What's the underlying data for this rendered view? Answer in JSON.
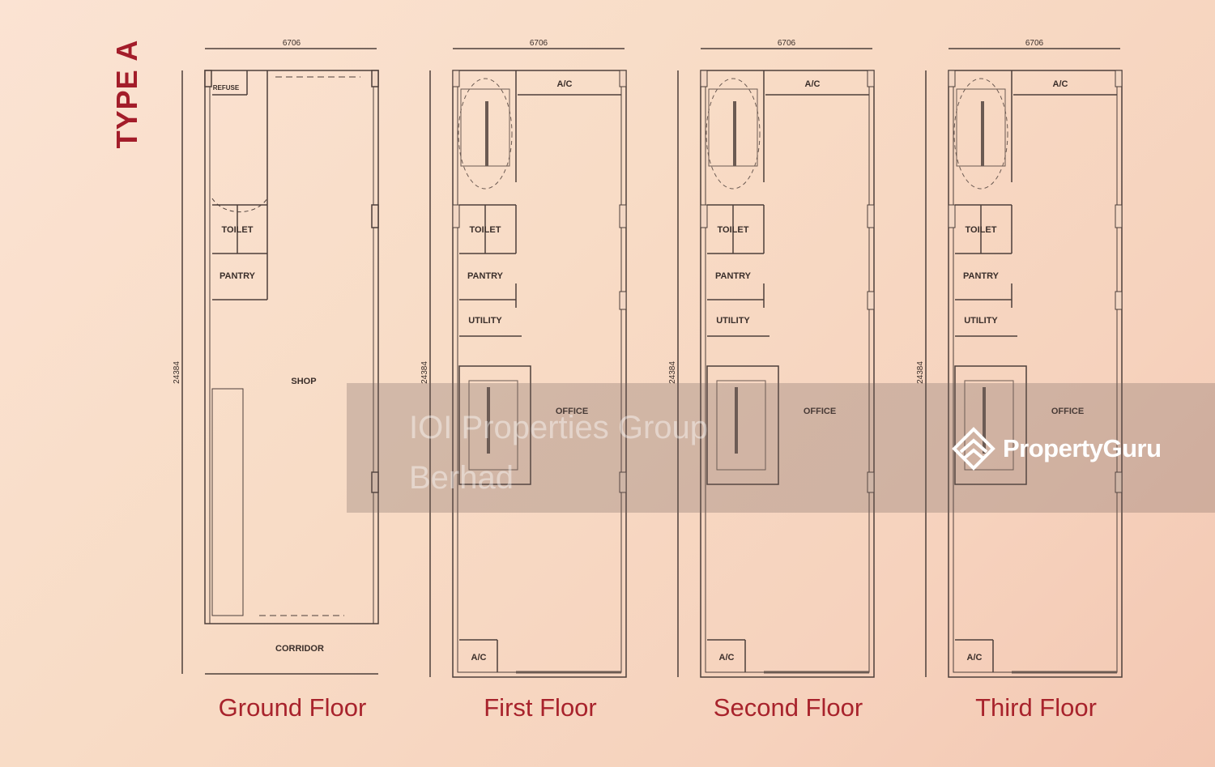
{
  "title": "TYPE A",
  "dimensions": {
    "width": "6706",
    "depth": "24384"
  },
  "floors": [
    {
      "name": "Ground Floor",
      "rooms": {
        "refuse": "REFUSE",
        "toilet": "TOILET",
        "pantry": "PANTRY",
        "main": "SHOP",
        "corridor": "CORRIDOR"
      }
    },
    {
      "name": "First Floor",
      "rooms": {
        "ac_top": "A/C",
        "toilet": "TOILET",
        "pantry": "PANTRY",
        "utility": "UTILITY",
        "main": "OFFICE",
        "ac_bottom": "A/C"
      }
    },
    {
      "name": "Second Floor",
      "rooms": {
        "ac_top": "A/C",
        "toilet": "TOILET",
        "pantry": "PANTRY",
        "utility": "UTILITY",
        "main": "OFFICE",
        "ac_bottom": "A/C"
      }
    },
    {
      "name": "Third Floor",
      "rooms": {
        "ac_top": "A/C",
        "toilet": "TOILET",
        "pantry": "PANTRY",
        "utility": "UTILITY",
        "main": "OFFICE",
        "ac_bottom": "A/C"
      }
    }
  ],
  "watermarks": {
    "developer": "IOI Properties Group Berhad",
    "brand": "PropertyGuru"
  },
  "colors": {
    "accent": "#a8232c",
    "line": "#5a4a44",
    "background": "#f8dcc8"
  }
}
